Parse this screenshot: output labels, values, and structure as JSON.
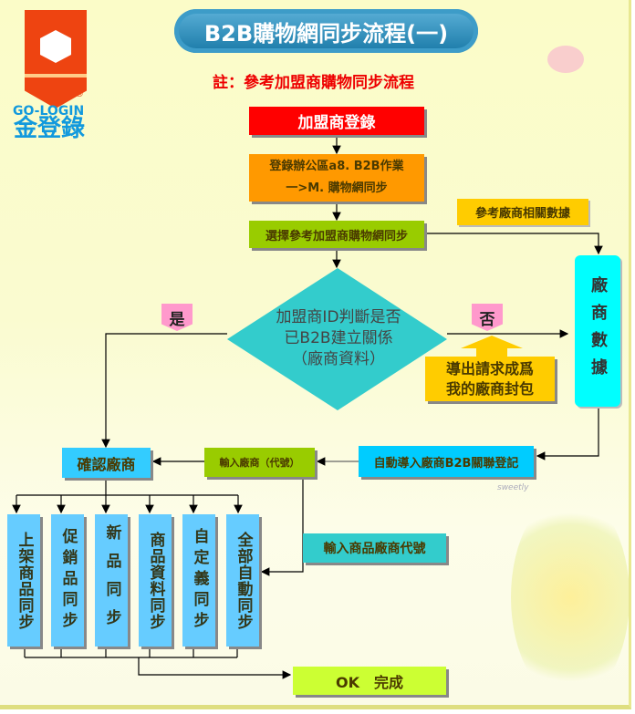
{
  "logo": {
    "brand_en": "GO-LOGIN",
    "brand_zh": "金登錄",
    "registered": "®"
  },
  "title": "B2B購物網同步流程(一)",
  "note": "註：參考加盟商購物同步流程",
  "steps": {
    "login": "加盟商登錄",
    "office": "登錄辦公區a8. B2B作業一>M. 購物網同步",
    "select": "選擇參考加盟商購物網同步",
    "reference_data": "參考廠商相關數據",
    "decision": "加盟商ID判斷是否已B2B建立關係（廠商資料）",
    "yes": "是",
    "no": "否",
    "export": "導出請求成爲我的廠商封包",
    "vendor_data": "廠商數據",
    "auto_import": "自動導入廠商B2B關聯登記",
    "input_vendor": "輸入廠商（代號）",
    "confirm_vendor": "確認廠商",
    "input_product_vendor": "輸入商品廠商代號",
    "done": "OK　完成"
  },
  "sync_options": [
    "上架商品同步",
    "促銷品同步",
    "新品同步",
    "商品資料同步",
    "自定義同步",
    "全部自動同步"
  ],
  "watermark": "sweetly",
  "colors": {
    "red": "#ff0000",
    "orange": "#ff9900",
    "green": "#99cc00",
    "yellow": "#ffcc00",
    "teal": "#33cccc",
    "cyan": "#00ccff",
    "lightblue": "#66ccff",
    "lime": "#ccff33",
    "pink": "#ff99cc"
  }
}
